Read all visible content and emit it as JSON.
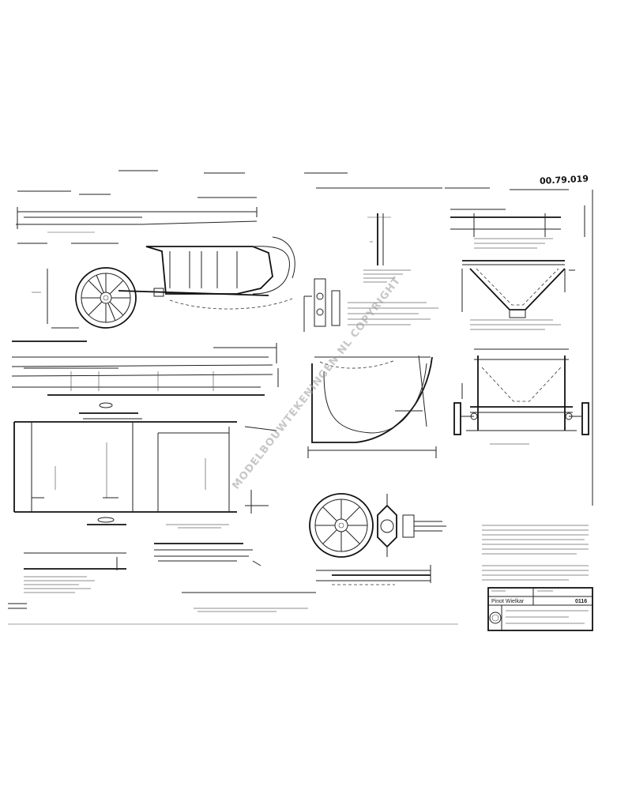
{
  "sheet": {
    "drawing_number": "00.79.019",
    "watermark": "MODELBOUWTEKENINGEN.NL COPYRIGHT",
    "title_block": {
      "title": "Pinot Wielkar",
      "code": "0116"
    }
  }
}
